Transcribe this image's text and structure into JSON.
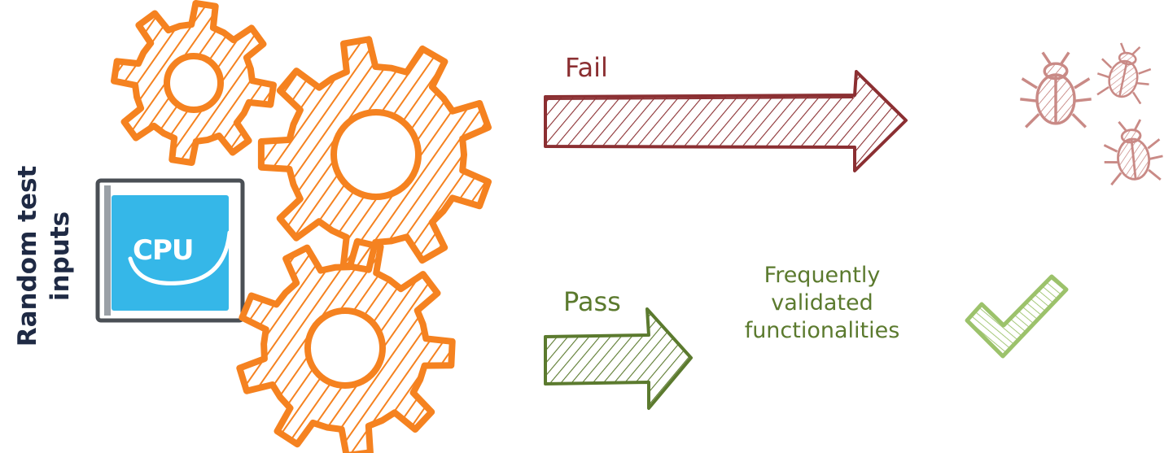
{
  "diagram": {
    "side_label_line1": "Random test",
    "side_label_line2": "inputs",
    "cpu_label": "CPU",
    "fail_label": "Fail",
    "pass_label": "Pass",
    "result_label_line1": "Frequently",
    "result_label_line2": "validated",
    "result_label_line3": "functionalities"
  },
  "icons": {
    "gears": "gear-icon",
    "processor": "cpu-chip-icon",
    "bugs": "bug-icon",
    "check": "checkmark-icon"
  },
  "colors": {
    "gear": "#f58220",
    "fail": "#8b2f32",
    "pass": "#5b7a2e",
    "bug": "#c98a86",
    "check": "#9cc26b",
    "cpu": "#35b7e8",
    "text_dark": "#1f2a44"
  }
}
